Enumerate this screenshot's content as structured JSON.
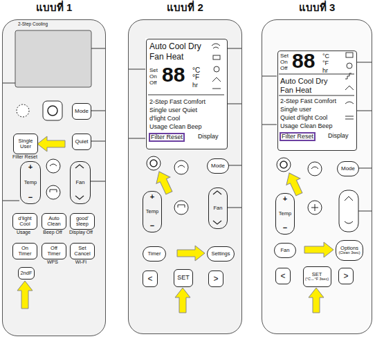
{
  "diagram": {
    "nodes": [
      {
        "text": [
          "แบบที่ 1"
        ]
      },
      {
        "text": [
          "Mode"
        ],
        "in": 0
      },
      {
        "text": [
          "Single User",
          "Filter Reset"
        ],
        "in": 0
      },
      {
        "text": [
          "Quiet"
        ],
        "in": 0
      },
      {
        "text": [
          "+",
          "Temp",
          "−"
        ],
        "in": 0
      },
      {
        "text": [
          "Fan"
        ],
        "in": 0
      },
      {
        "text": [
          "d'light Cool",
          "Usage"
        ],
        "in": 0
      },
      {
        "text": [
          "Auto Clean",
          "Beep Off"
        ],
        "in": 0
      },
      {
        "text": [
          "good' sleep",
          "Display Off"
        ],
        "in": 0
      },
      {
        "text": [
          "On Timer"
        ],
        "in": 0
      },
      {
        "text": [
          "Off Timer",
          "WPS"
        ],
        "in": 0
      },
      {
        "text": [
          "Set Cancel",
          "Wi-Fi"
        ],
        "in": 0
      },
      {
        "text": [
          "2ndF"
        ],
        "in": 0
      },
      {
        "text": [
          "แบบที่ 2"
        ]
      },
      {
        "text": [
          "Auto Cool Dry",
          "Fan Heat",
          "Set",
          "On",
          "Off",
          "88",
          "°C",
          "°F",
          "hr",
          "2-Step Fast Comfort",
          "Single user Quiet",
          "d'light Cool",
          "Usage Clean Beep",
          "Filter Reset",
          "Display"
        ],
        "in": 13
      },
      {
        "text": [
          "Mode"
        ],
        "in": 13
      },
      {
        "text": [
          "+",
          "Temp",
          "−"
        ],
        "in": 13
      },
      {
        "text": [
          "Fan"
        ],
        "in": 13
      },
      {
        "text": [
          "Timer"
        ],
        "in": 13
      },
      {
        "text": [
          "Settings"
        ],
        "in": 13
      },
      {
        "text": [
          "<"
        ],
        "in": 13
      },
      {
        "text": [
          "SET"
        ],
        "in": 13
      },
      {
        "text": [
          ">"
        ],
        "in": 13
      },
      {
        "text": [
          "แบบที่ 3"
        ]
      },
      {
        "text": [
          "Set",
          "On",
          "Off",
          "88",
          "°C",
          "°F",
          "hr",
          "Auto Cool Dry",
          "Fan Heat",
          "2-Step Fast Comfort",
          "Single user",
          "Quiet d'light Cool",
          "Usage Clean Beep",
          "Filter Reset",
          "Display"
        ],
        "in": 23
      },
      {
        "text": [
          "Mode"
        ],
        "in": 23
      },
      {
        "text": [
          "+",
          "Temp",
          "−"
        ],
        "in": 23
      },
      {
        "text": [
          "Fan"
        ],
        "in": 23
      },
      {
        "text": [
          "Options",
          "(Clean 3sec)"
        ],
        "in": 23
      },
      {
        "text": [
          "<"
        ],
        "in": 23
      },
      {
        "text": [
          "SET",
          "(°C↔°F 3sec)"
        ],
        "in": 23
      },
      {
        "text": [
          ">"
        ],
        "in": 23
      }
    ],
    "labels": [
      "2-Step Cooling"
    ]
  }
}
